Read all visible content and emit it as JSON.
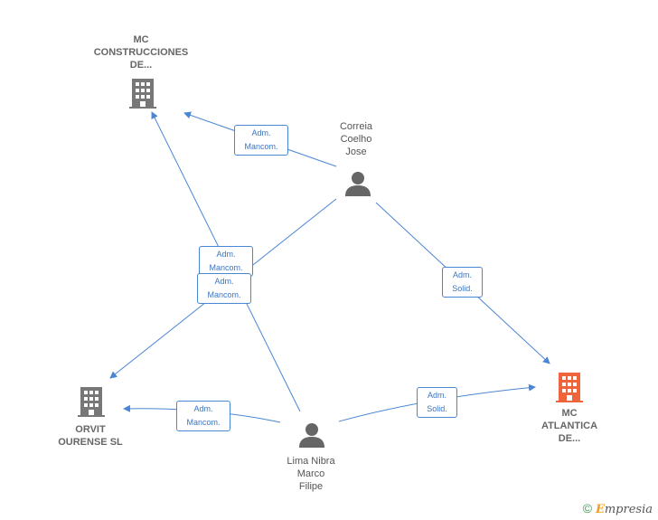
{
  "nodes": {
    "mc_construcciones": {
      "label": "MC\nCONSTRUCCIONES\nDE...",
      "type": "company"
    },
    "correia": {
      "label": "Correia\nCoelho\nJose",
      "type": "person"
    },
    "orvit": {
      "label": "ORVIT\nOURENSE  SL",
      "type": "company"
    },
    "lima": {
      "label": "Lima Nibra\nMarco\nFilipe",
      "type": "person"
    },
    "mc_atlantica": {
      "label": "MC\nATLANTICA\nDE...",
      "type": "company",
      "highlight": true
    }
  },
  "edge_labels": {
    "correia_to_construcciones": "Adm.\nMancom.",
    "lima_to_construcciones": "Adm.\nMancom.",
    "correia_to_orvit": "Adm.\nMancom.",
    "correia_to_atlantica": "Adm.\nSolid.",
    "lima_to_orvit": "Adm.\nMancom.",
    "lima_to_atlantica": "Adm.\nSolid."
  },
  "colors": {
    "edge": "#4a86d4",
    "company_icon": "#777777",
    "highlight_icon": "#f0643c",
    "person_icon": "#666666"
  },
  "footer": {
    "copyright": "©",
    "brand_initial": "E",
    "brand_rest": "mpresia"
  }
}
